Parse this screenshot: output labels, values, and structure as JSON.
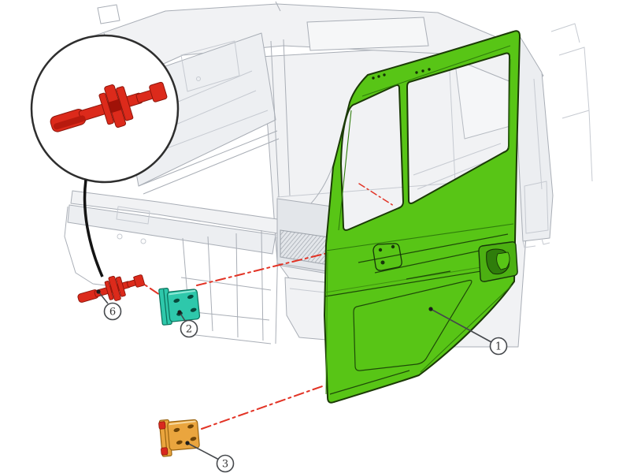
{
  "diagram": {
    "description": "Exploded parts diagram of a truck cab front door assembly",
    "callouts": [
      {
        "number": "1",
        "part": "door-assembly"
      },
      {
        "number": "2",
        "part": "door-upper-hinge"
      },
      {
        "number": "3",
        "part": "door-lower-hinge"
      },
      {
        "number": "6",
        "part": "door-check-strap"
      }
    ],
    "colors": {
      "door": "#58c516",
      "upper_hinge": "#2ec8ab",
      "lower_hinge": "#eaa53e",
      "check_strap": "#dc2a1b",
      "leader_red": "#e23325",
      "cab_line": "#a9aeb6"
    }
  }
}
